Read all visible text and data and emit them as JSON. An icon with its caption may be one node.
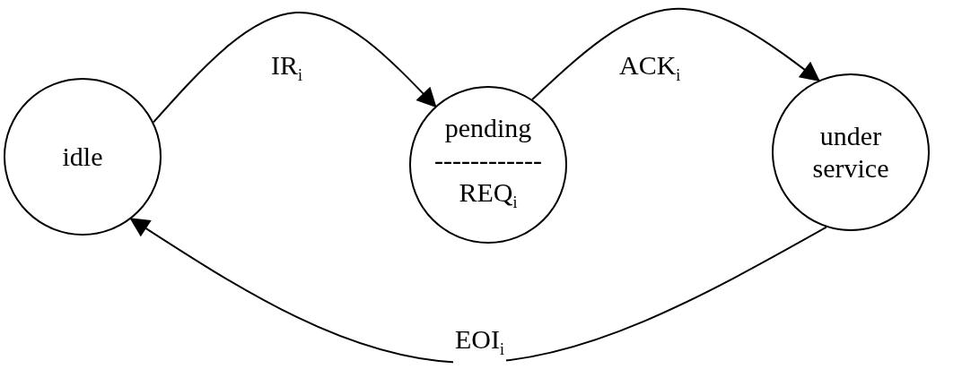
{
  "diagram": {
    "nodes": [
      {
        "text": [
          "idle"
        ]
      },
      {
        "text": [
          "pending",
          "------------",
          "REQ$_{i}$"
        ]
      },
      {
        "text": [
          "under service"
        ]
      }
    ],
    "edges": [
      {
        "from": 0,
        "to": 1,
        "arrow": "to",
        "label": "IR$_{i}$"
      },
      {
        "from": 1,
        "to": 2,
        "arrow": "to",
        "label": "ACK$_{i}$"
      },
      {
        "from": 2,
        "to": 0,
        "arrow": "to",
        "label": "EOI$_{i}$"
      }
    ]
  }
}
